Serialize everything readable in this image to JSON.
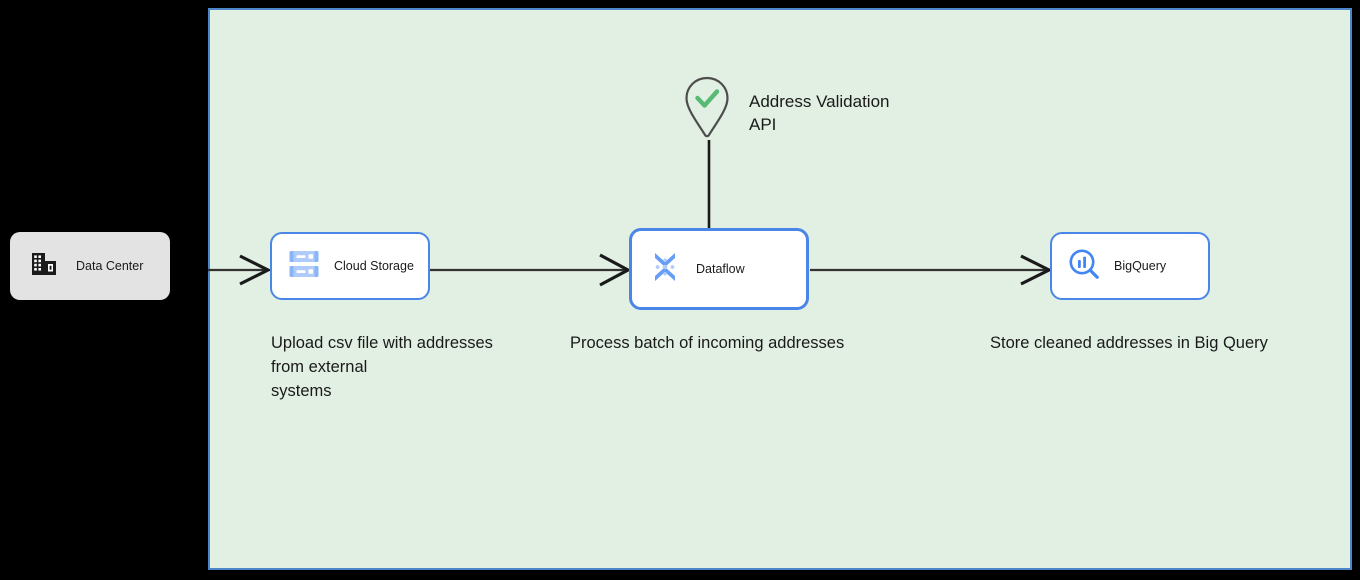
{
  "diagram": {
    "background_color": "#000000",
    "panel": {
      "name": "google-cloud-panel",
      "fill_color": "#e2efe3",
      "border_color": "#4a86c8"
    },
    "nodes": [
      {
        "id": "data-center",
        "label": "Data Center",
        "icon": "data-center-building-icon",
        "fill_color": "#e3e3e3",
        "border_color": "#e3e3e3",
        "label_color": "#1a1a1a"
      },
      {
        "id": "cloud-storage",
        "label": "Cloud Storage",
        "icon": "cloud-storage-icon",
        "fill_color": "#ffffff",
        "border_color": "#4a86e8",
        "label_color": "#1a1a1a"
      },
      {
        "id": "dataflow",
        "label": "Dataflow",
        "icon": "dataflow-icon",
        "fill_color": "#ffffff",
        "border_color": "#4a86e8",
        "label_color": "#1a1a1a"
      },
      {
        "id": "bigquery",
        "label": "BigQuery",
        "icon": "bigquery-magnifier-icon",
        "fill_color": "#ffffff",
        "border_color": "#4a86e8",
        "label_color": "#1a1a1a"
      }
    ],
    "annotations": {
      "api": {
        "label": "Address Validation\nAPI",
        "icon": "map-pin-check-icon",
        "pin_outline_color": "#4d4d4d",
        "check_color": "#57bb76"
      }
    },
    "captions": {
      "upload": "Upload csv file with addresses\nfrom external\nsystems",
      "process": "Process batch of incoming addresses",
      "store": "Store cleaned addresses in Big Query"
    },
    "edges": [
      {
        "id": "edge-datacenter-to-cloudstorage",
        "from": "data-center",
        "to": "cloud-storage",
        "arrow": "open"
      },
      {
        "id": "edge-cloudstorage-to-dataflow",
        "from": "cloud-storage",
        "to": "dataflow",
        "arrow": "open"
      },
      {
        "id": "edge-dataflow-to-bigquery",
        "from": "dataflow",
        "to": "bigquery",
        "arrow": "open"
      },
      {
        "id": "edge-api-to-dataflow",
        "from": "address-validation-api",
        "to": "dataflow",
        "arrow": "none"
      }
    ]
  }
}
